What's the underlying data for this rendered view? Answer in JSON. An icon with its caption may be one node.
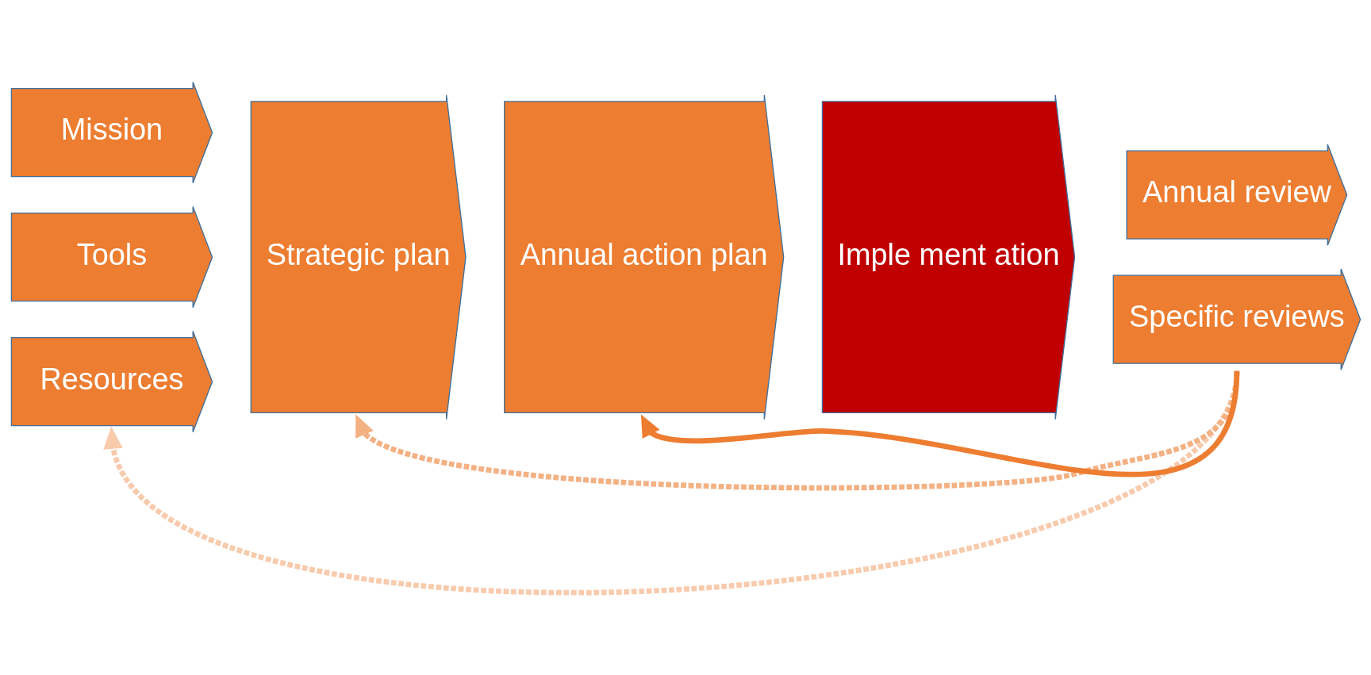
{
  "diagram": {
    "nodes": [
      {
        "text": [
          "Mission"
        ]
      },
      {
        "text": [
          "Tools"
        ]
      },
      {
        "text": [
          "Resources"
        ]
      },
      {
        "text": [
          "Strategic plan"
        ]
      },
      {
        "text": [
          "Annual action plan"
        ]
      },
      {
        "text": [
          "Imple ment ation"
        ]
      },
      {
        "text": [
          "Annual review"
        ]
      },
      {
        "text": [
          "Specific reviews"
        ]
      }
    ],
    "edges": [
      {
        "from": 7,
        "to": 2,
        "arrow": "to",
        "style": "dashed",
        "color": "#f8cbad"
      },
      {
        "from": 7,
        "to": 3,
        "arrow": "to",
        "style": "dashed",
        "color": "#f4b183"
      },
      {
        "from": 7,
        "to": 4,
        "arrow": "to",
        "color": "#ed7d31"
      }
    ]
  }
}
